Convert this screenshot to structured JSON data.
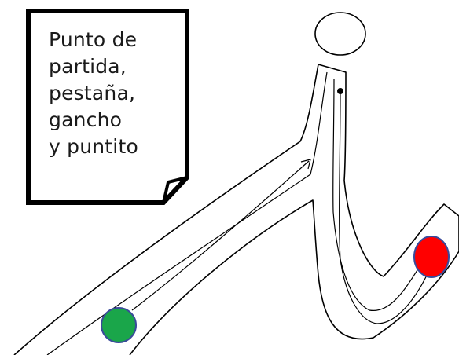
{
  "note": {
    "lines": [
      "Punto de",
      "partida,",
      "pestaña,",
      "gancho",
      "y puntito"
    ]
  },
  "colors": {
    "start_dot": "#1aa64a",
    "end_dot": "#ff0000",
    "dot_outline": "#3a4a9a",
    "stroke": "#000000",
    "paper": "#ffffff"
  },
  "icons": {
    "start": "green-start-dot",
    "end": "red-end-dot",
    "note": "folded-corner-note"
  }
}
